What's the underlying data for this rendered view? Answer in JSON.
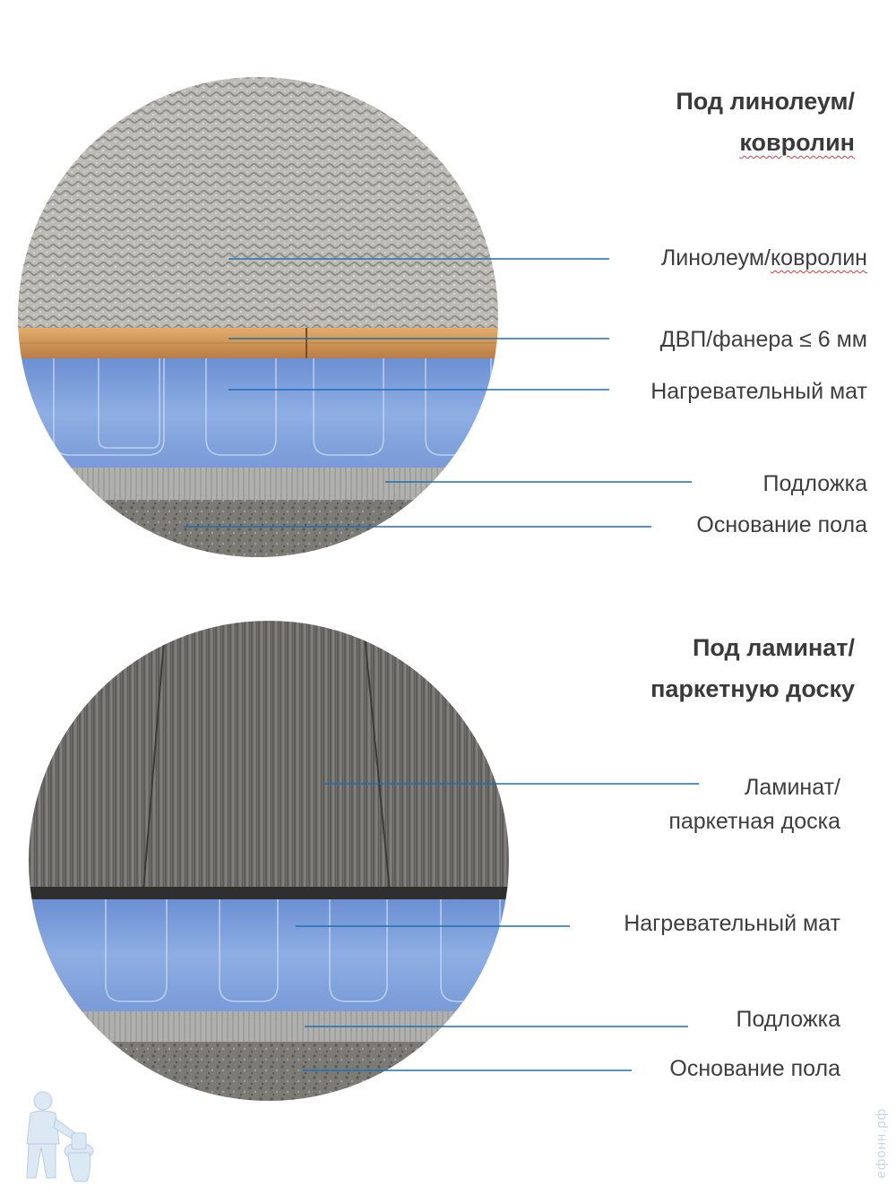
{
  "diagram_top": {
    "title_line1": "Под линолеум/",
    "title_line2": "ковролин",
    "labels": [
      {
        "id": "linoleum",
        "text": "Линолеум/ковролин",
        "text_plain": "Линолеум/",
        "text_underlined": "ковролин"
      },
      {
        "id": "dvp",
        "text": "ДВП/фанера  ≤ 6 мм"
      },
      {
        "id": "mat",
        "text": "Нагревательный мат"
      },
      {
        "id": "underlay",
        "text": "Подложка"
      },
      {
        "id": "base",
        "text": "Основание пола"
      }
    ]
  },
  "diagram_bottom": {
    "title_line1": "Под ламинат/",
    "title_line2": "паркетную доску",
    "labels": [
      {
        "id": "laminate",
        "line1": "Ламинат/",
        "line2": "паркетная доска"
      },
      {
        "id": "mat",
        "text": "Нагревательный мат"
      },
      {
        "id": "underlay",
        "text": "Подложка"
      },
      {
        "id": "base",
        "text": "Основание пола"
      }
    ]
  },
  "colors": {
    "leader_line": "#1e6fb0",
    "heating_mat": "#7f9fd8",
    "carpet": "#b9b7b1",
    "plywood": "#c98f55",
    "laminate": "#6c6b68",
    "concrete": "#7a7873"
  },
  "watermark": "ефонн.рф",
  "icons": [
    "plumber-mascot-icon"
  ]
}
